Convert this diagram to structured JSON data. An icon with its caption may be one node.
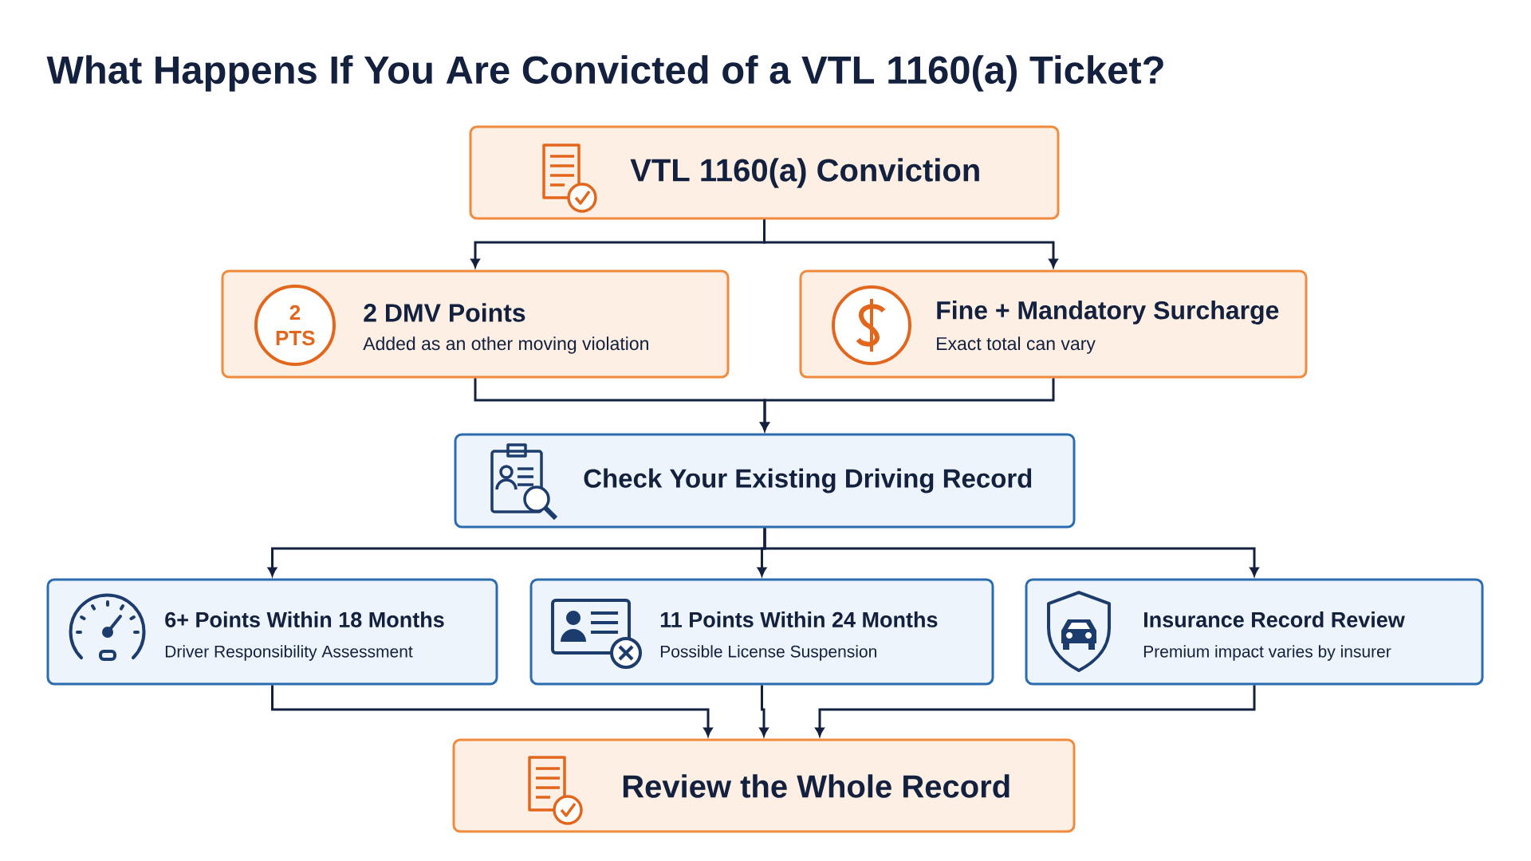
{
  "diagram": {
    "title": "What Happens If You Are Convicted of a VTL 1160(a) Ticket?",
    "nodes": [
      {
        "text": [
          "VTL 1160(a) Conviction"
        ]
      },
      {
        "text": [
          "2 DMV Points",
          "Added as an other moving violation"
        ]
      },
      {
        "text": [
          "2 PTS"
        ],
        "in": 1
      },
      {
        "text": [
          "Fine + Mandatory Surcharge",
          "Exact total can vary"
        ]
      },
      {
        "text": [
          "Check Your Existing Driving Record"
        ]
      },
      {
        "text": [
          "6+ Points Within 18 Months",
          "Driver Responsibility Assessment"
        ]
      },
      {
        "text": [
          "11 Points Within 24 Months",
          "Possible License Suspension"
        ]
      },
      {
        "text": [
          "Insurance Record Review",
          "Premium impact varies by insurer"
        ]
      },
      {
        "text": [
          "Review the Whole Record"
        ]
      }
    ],
    "edges": [
      {
        "from": 0,
        "to": 1,
        "arrow": "to"
      },
      {
        "from": 0,
        "to": 3,
        "arrow": "to"
      },
      {
        "from": 1,
        "to": 4,
        "arrow": "to"
      },
      {
        "from": 3,
        "to": 4,
        "arrow": "to"
      },
      {
        "from": 4,
        "to": 5,
        "arrow": "to"
      },
      {
        "from": 4,
        "to": 6,
        "arrow": "to"
      },
      {
        "from": 4,
        "to": 7,
        "arrow": "to"
      },
      {
        "from": 5,
        "to": 8,
        "arrow": "to"
      },
      {
        "from": 6,
        "to": 8,
        "arrow": "to"
      },
      {
        "from": 7,
        "to": 8,
        "arrow": "to"
      }
    ]
  }
}
